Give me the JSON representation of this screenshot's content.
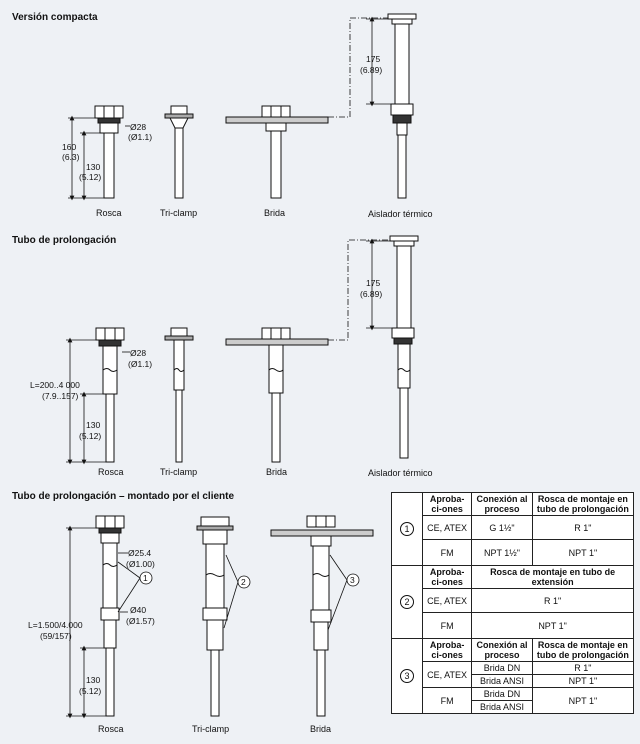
{
  "sections": {
    "compact": "Versión compacta",
    "extension": "Tubo de prolongación",
    "customer": "Tubo de prolongación – montado por el cliente"
  },
  "labels": {
    "rosca": "Rosca",
    "triclamp": "Tri-clamp",
    "brida": "Brida",
    "aislador": "Aislador térmico"
  },
  "dims": {
    "d28": "Ø28",
    "d28in": "(Ø1.1)",
    "h160": "160",
    "h160in": "(6.3)",
    "h130": "130",
    "h130in": "(5.12)",
    "h175": "175",
    "h175in": "(6.89)",
    "Lext": "L=200..4 000",
    "Lextin": "(7.9..157)",
    "d254": "Ø25.4",
    "d254in": "(Ø1.00)",
    "d40": "Ø40",
    "d40in": "(Ø1.57)",
    "Lcust": "L=1.500/4.000",
    "Lcustin": "(59/157)"
  },
  "callouts": [
    "1",
    "2",
    "3"
  ],
  "table": {
    "h_aprob": "Aproba-ci-ones",
    "h_conexion": "Conexión al proceso",
    "h_rosca_prol": "Rosca de montaje en tubo de prolongación",
    "h_rosca_ext": "Rosca de montaje en tubo de extensión",
    "ce_atex": "CE, ATEX",
    "fm": "FM",
    "g112": "G 1½\"",
    "npt112": "NPT 1½\"",
    "r1": "R 1\"",
    "npt1": "NPT 1\"",
    "brida_dn": "Brida DN",
    "brida_ansi": "Brida ANSI"
  }
}
